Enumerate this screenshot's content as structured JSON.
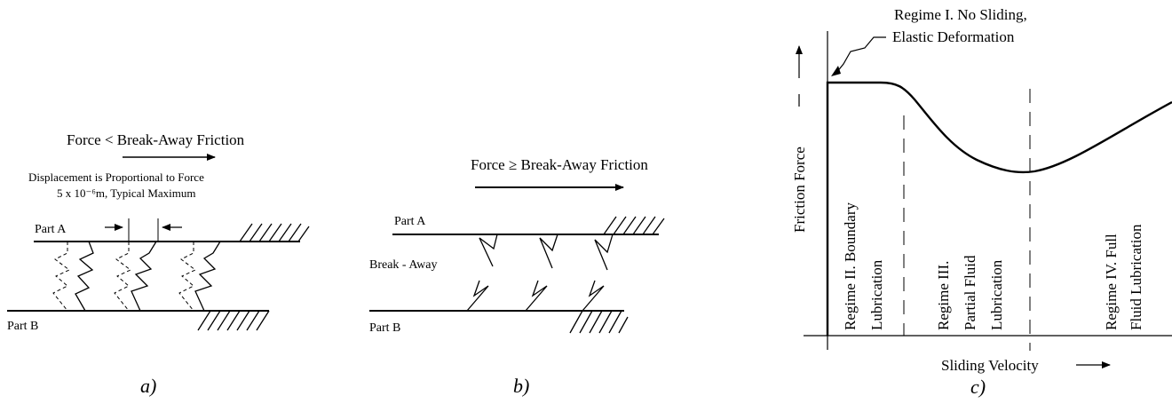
{
  "panel_a": {
    "title": "Force  <  Break-Away Friction",
    "note_line1": "Displacement is Proportional to Force",
    "note_line2": "5 x 10⁻⁶m, Typical Maximum",
    "part_a": "Part A",
    "part_b": "Part B",
    "caption": "a)"
  },
  "panel_b": {
    "title": "Force  ≥  Break-Away  Friction",
    "part_a": "Part A",
    "part_b": "Part B",
    "breakaway": "Break - Away",
    "caption": "b)"
  },
  "panel_c": {
    "regime1_line1": "Regime I.  No Sliding,",
    "regime1_line2": "Elastic Deformation",
    "ylabel": "Friction Force",
    "xlabel": "Sliding Velocity",
    "regime2_line1": "Regime II.  Boundary",
    "regime2_line2": "Lubrication",
    "regime3_line1": "Regime III.",
    "regime3_line2": "Partial  Fluid",
    "regime3_line3": "Lubrication",
    "regime4_line1": "Regime IV.  Full",
    "regime4_line2": "Fluid Lubrication",
    "caption": "c)"
  }
}
